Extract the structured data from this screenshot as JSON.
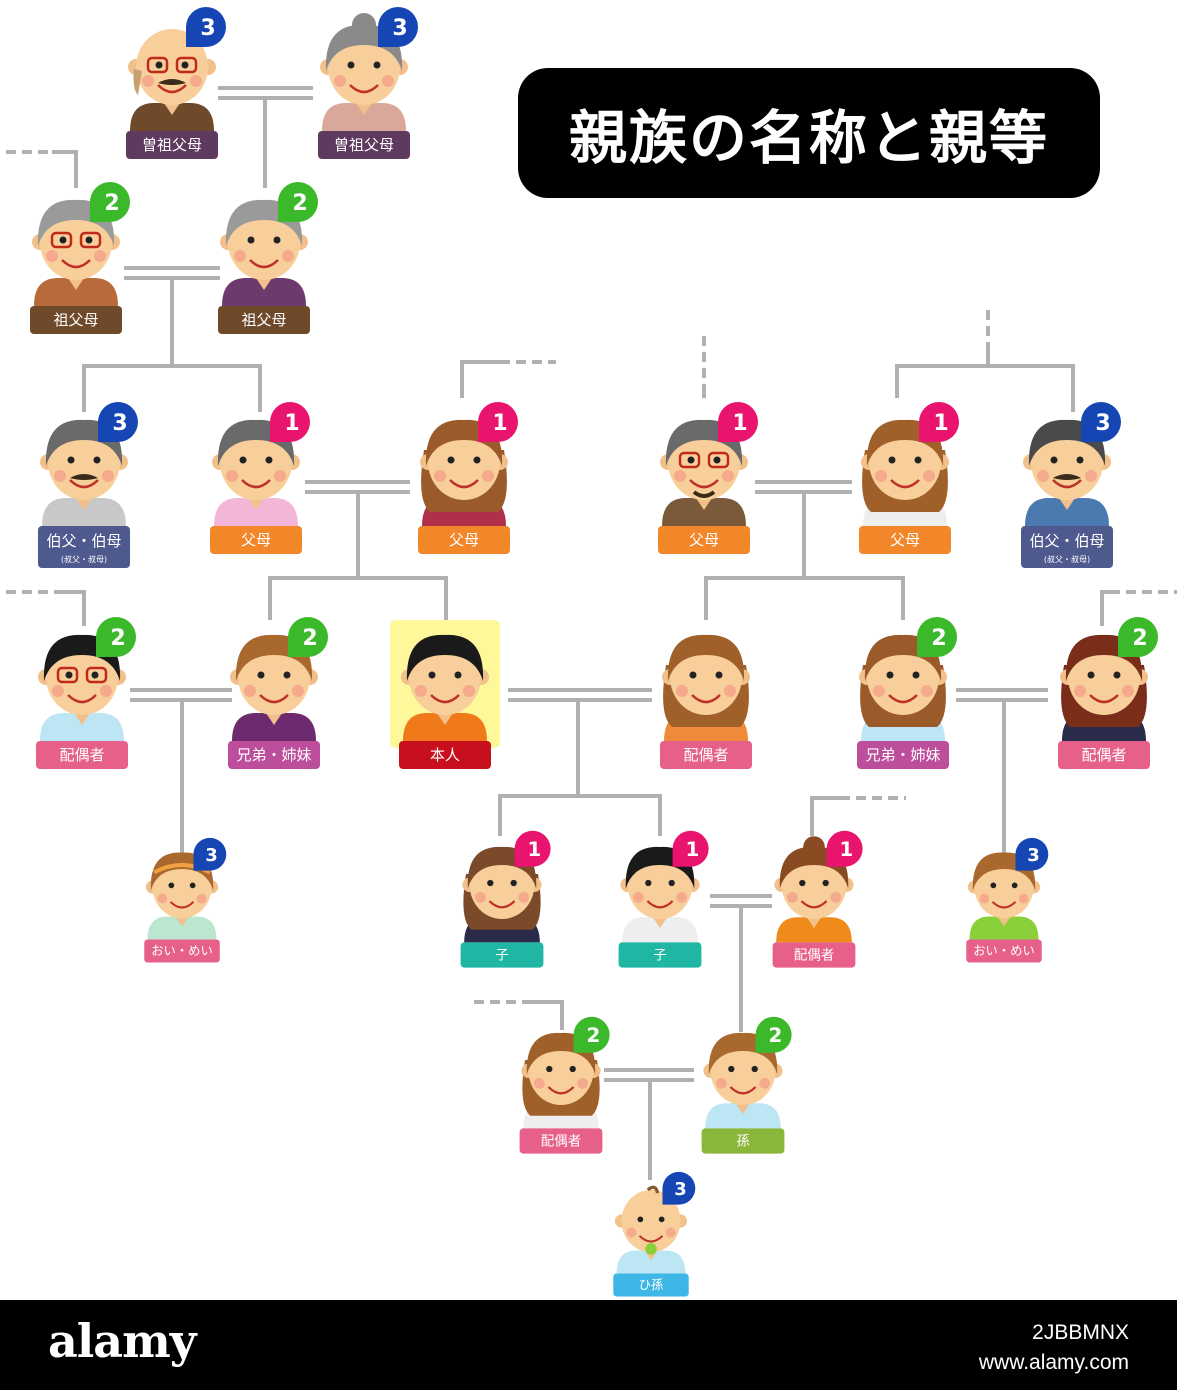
{
  "title": "親族の名称と親等",
  "colors": {
    "lab_purple": "#5e3a5e",
    "lab_brown": "#6e4a2a",
    "lab_orange": "#f2872a",
    "lab_navy": "#4e5a8e",
    "lab_pink": "#e6608a",
    "lab_magenta": "#bd4e9c",
    "lab_red": "#c80f1e",
    "lab_teal": "#1fb7a4",
    "lab_green": "#8ab63a",
    "lab_cyan": "#3fb7e6",
    "badge1": "#e8146e",
    "badge2": "#3cb92a",
    "badge3": "#1646b4",
    "line": "#b0b0b0",
    "self_bg": "#fff89a"
  },
  "people": [
    {
      "id": "ggf_paternal",
      "label": "曽祖父母",
      "degree": "3",
      "label_color": "lab_purple",
      "hair": "bald",
      "shirt": "#6e4a2a",
      "glasses": true,
      "mustache": true
    },
    {
      "id": "ggm_paternal",
      "label": "曽祖父母",
      "degree": "3",
      "label_color": "lab_purple",
      "hair": "grey_bun",
      "shirt": "#d9a89a"
    },
    {
      "id": "gf_paternal",
      "label": "祖父母",
      "degree": "2",
      "label_color": "lab_brown",
      "hair": "grey",
      "shirt": "#b86a3a",
      "glasses": true
    },
    {
      "id": "gm_paternal",
      "label": "祖父母",
      "degree": "2",
      "label_color": "lab_brown",
      "hair": "grey",
      "shirt": "#6e3a6e"
    },
    {
      "id": "uncle_left",
      "label": "伯父・伯母",
      "sub": "(叔父・叔母)",
      "degree": "3",
      "label_color": "lab_navy",
      "hair": "dark_grey",
      "shirt": "#c8c8c8",
      "mustache": true
    },
    {
      "id": "father",
      "label": "父母",
      "degree": "1",
      "label_color": "lab_orange",
      "hair": "dark_grey",
      "shirt": "#f4b6d8"
    },
    {
      "id": "mother",
      "label": "父母",
      "degree": "1",
      "label_color": "lab_orange",
      "hair": "curly_brown",
      "shirt": "#b0304a"
    },
    {
      "id": "father_in_law",
      "label": "父母",
      "degree": "1",
      "label_color": "lab_orange",
      "hair": "dark_grey",
      "shirt": "#7a5a3a",
      "glasses": true,
      "beard": true
    },
    {
      "id": "mother_in_law",
      "label": "父母",
      "degree": "1",
      "label_color": "lab_orange",
      "hair": "brown_long",
      "shirt": "#eeeeee"
    },
    {
      "id": "uncle_right",
      "label": "伯父・伯母",
      "sub": "(叔父・叔母)",
      "degree": "3",
      "label_color": "lab_navy",
      "hair": "curly_dark",
      "shirt": "#4a7ab0",
      "mustache": true
    },
    {
      "id": "sibling_spouse_left",
      "label": "配偶者",
      "degree": "2",
      "label_color": "lab_pink",
      "hair": "black",
      "shirt": "#bde6f4",
      "glasses": true
    },
    {
      "id": "sibling_left",
      "label": "兄弟・姉妹",
      "degree": "2",
      "label_color": "lab_magenta",
      "hair": "brown",
      "shirt": "#6e2a6e"
    },
    {
      "id": "self",
      "label": "本人",
      "degree": "",
      "label_color": "lab_red",
      "hair": "black",
      "shirt": "#f07a1a"
    },
    {
      "id": "spouse",
      "label": "配偶者",
      "degree": "",
      "label_color": "lab_pink",
      "hair": "brown_long",
      "shirt": "#f08a3a"
    },
    {
      "id": "sibling_right",
      "label": "兄弟・姉妹",
      "degree": "2",
      "label_color": "lab_magenta",
      "hair": "curly_brown",
      "shirt": "#bde6f4"
    },
    {
      "id": "sibling_spouse_right",
      "label": "配偶者",
      "degree": "2",
      "label_color": "lab_pink",
      "hair": "dark_brown_long",
      "shirt": "#2a2a4a"
    },
    {
      "id": "nephew_left",
      "label": "おい・めい",
      "degree": "3",
      "label_color": "lab_pink",
      "hair": "brown_band",
      "shirt": "#bde6d0"
    },
    {
      "id": "daughter",
      "label": "子",
      "degree": "1",
      "label_color": "lab_teal",
      "hair": "brown_ponytail",
      "shirt": "#2a2a4a"
    },
    {
      "id": "son",
      "label": "子",
      "degree": "1",
      "label_color": "lab_teal",
      "hair": "black",
      "shirt": "#eeeeee"
    },
    {
      "id": "child_spouse",
      "label": "配偶者",
      "degree": "1",
      "label_color": "lab_pink",
      "hair": "brown_bun",
      "shirt": "#f08a1a"
    },
    {
      "id": "nephew_right",
      "label": "おい・めい",
      "degree": "3",
      "label_color": "lab_pink",
      "hair": "brown",
      "shirt": "#8ad03a"
    },
    {
      "id": "grandchild_spouse",
      "label": "配偶者",
      "degree": "2",
      "label_color": "lab_pink",
      "hair": "brown_pigtails",
      "shirt": "#eeeeee"
    },
    {
      "id": "grandchild",
      "label": "孫",
      "degree": "2",
      "label_color": "lab_green",
      "hair": "brown",
      "shirt": "#bde6f4"
    },
    {
      "id": "great_grandchild",
      "label": "ひ孫",
      "degree": "3",
      "label_color": "lab_cyan",
      "hair": "baby",
      "shirt": "#bde6f4"
    }
  ],
  "footer": {
    "logo": "alamy",
    "image_id": "2JBBMNX",
    "url": "www.alamy.com"
  }
}
